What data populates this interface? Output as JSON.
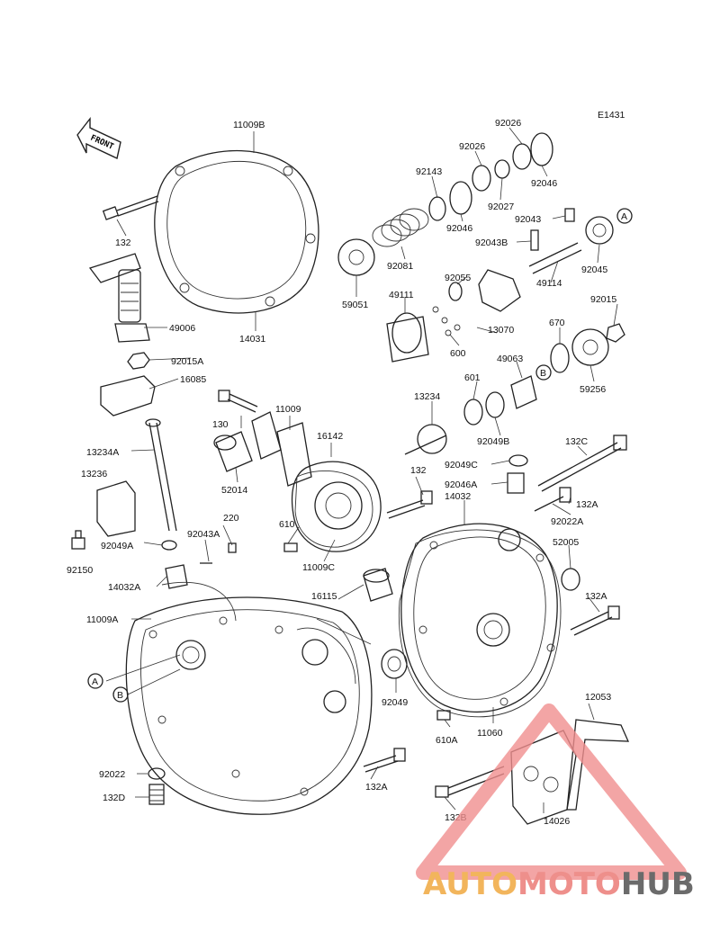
{
  "diagram_code": "E1431",
  "front_label": "FRONT",
  "watermark": {
    "auto": "AUTO",
    "moto": "MOTO",
    "hub": "HUB"
  },
  "callouts": {
    "A": "A",
    "B": "B"
  },
  "parts": [
    {
      "id": "11009B",
      "label": "11009B"
    },
    {
      "id": "132",
      "label": "132"
    },
    {
      "id": "14031",
      "label": "14031"
    },
    {
      "id": "49006",
      "label": "49006"
    },
    {
      "id": "92015A",
      "label": "92015A"
    },
    {
      "id": "16085",
      "label": "16085"
    },
    {
      "id": "13234A",
      "label": "13234A"
    },
    {
      "id": "13236",
      "label": "13236"
    },
    {
      "id": "92049A",
      "label": "92049A"
    },
    {
      "id": "92150",
      "label": "92150"
    },
    {
      "id": "92043A",
      "label": "92043A"
    },
    {
      "id": "220",
      "label": "220"
    },
    {
      "id": "14032A",
      "label": "14032A"
    },
    {
      "id": "11009A",
      "label": "11009A"
    },
    {
      "id": "130",
      "label": "130"
    },
    {
      "id": "11009",
      "label": "11009"
    },
    {
      "id": "16142",
      "label": "16142"
    },
    {
      "id": "52014",
      "label": "52014"
    },
    {
      "id": "610",
      "label": "610"
    },
    {
      "id": "11009C",
      "label": "11009C"
    },
    {
      "id": "132_b",
      "label": "132"
    },
    {
      "id": "16115",
      "label": "16115"
    },
    {
      "id": "92049",
      "label": "92049"
    },
    {
      "id": "92022",
      "label": "92022"
    },
    {
      "id": "132D",
      "label": "132D"
    },
    {
      "id": "132A_c",
      "label": "132A"
    },
    {
      "id": "92026",
      "label": "92026"
    },
    {
      "id": "92026_b",
      "label": "92026"
    },
    {
      "id": "92143",
      "label": "92143"
    },
    {
      "id": "92046",
      "label": "92046"
    },
    {
      "id": "92046_b",
      "label": "92046"
    },
    {
      "id": "92027",
      "label": "92027"
    },
    {
      "id": "92043",
      "label": "92043"
    },
    {
      "id": "92043B",
      "label": "92043B"
    },
    {
      "id": "92081",
      "label": "92081"
    },
    {
      "id": "59051",
      "label": "59051"
    },
    {
      "id": "92045",
      "label": "92045"
    },
    {
      "id": "92055",
      "label": "92055"
    },
    {
      "id": "49114",
      "label": "49114"
    },
    {
      "id": "49111",
      "label": "49111"
    },
    {
      "id": "13070",
      "label": "13070"
    },
    {
      "id": "600",
      "label": "600"
    },
    {
      "id": "670",
      "label": "670"
    },
    {
      "id": "92015",
      "label": "92015"
    },
    {
      "id": "49063",
      "label": "49063"
    },
    {
      "id": "59256",
      "label": "59256"
    },
    {
      "id": "601",
      "label": "601"
    },
    {
      "id": "13234",
      "label": "13234"
    },
    {
      "id": "92049B",
      "label": "92049B"
    },
    {
      "id": "132C",
      "label": "132C"
    },
    {
      "id": "92049C",
      "label": "92049C"
    },
    {
      "id": "92046A",
      "label": "92046A"
    },
    {
      "id": "14032",
      "label": "14032"
    },
    {
      "id": "132A",
      "label": "132A"
    },
    {
      "id": "92022A",
      "label": "92022A"
    },
    {
      "id": "52005",
      "label": "52005"
    },
    {
      "id": "132A_b",
      "label": "132A"
    },
    {
      "id": "12053",
      "label": "12053"
    },
    {
      "id": "610A",
      "label": "610A"
    },
    {
      "id": "11060",
      "label": "11060"
    },
    {
      "id": "132B",
      "label": "132B"
    },
    {
      "id": "14026",
      "label": "14026"
    }
  ]
}
